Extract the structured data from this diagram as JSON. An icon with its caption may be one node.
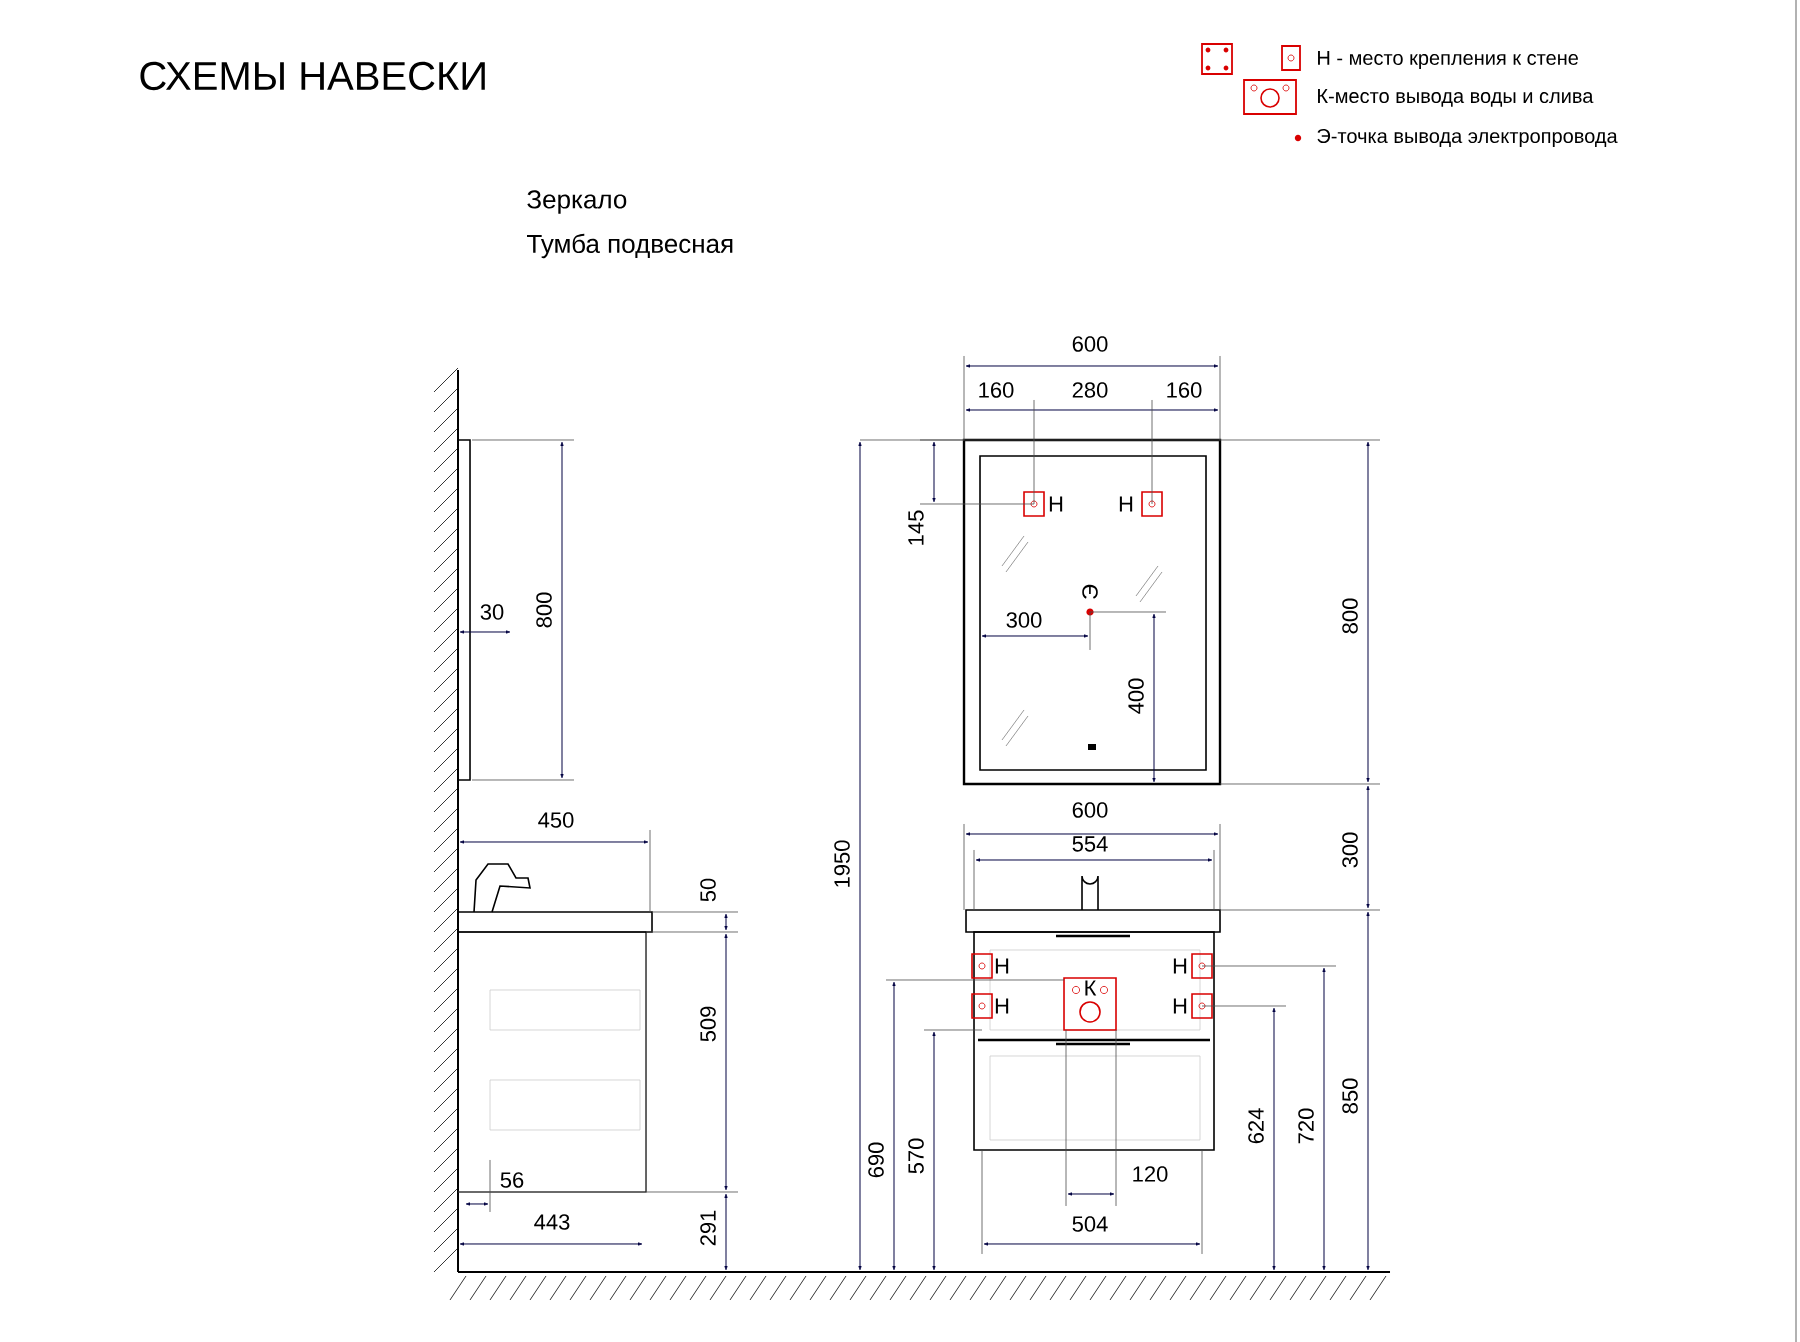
{
  "diagram": {
    "title": "СХЕМЫ НАВЕСКИ",
    "labels": [
      "Зеркало",
      "Тумба подвесная",
      "600",
      "160",
      "280",
      "160",
      "145",
      "Н",
      "Н",
      "Э",
      "300",
      "800",
      "400",
      "800",
      "30",
      "450",
      "600",
      "554",
      "300",
      "50",
      "1950",
      "Н",
      "Н",
      "К",
      "Н",
      "Н",
      "509",
      "690",
      "570",
      "624",
      "720",
      "850",
      "56",
      "120",
      "443",
      "291",
      "504"
    ],
    "legend": [
      {
        "text": "Н - место крепления к стене"
      },
      {
        "text": "К-место вывода воды и слива"
      },
      {
        "text": "Э-точка вывода электропровода"
      }
    ]
  }
}
